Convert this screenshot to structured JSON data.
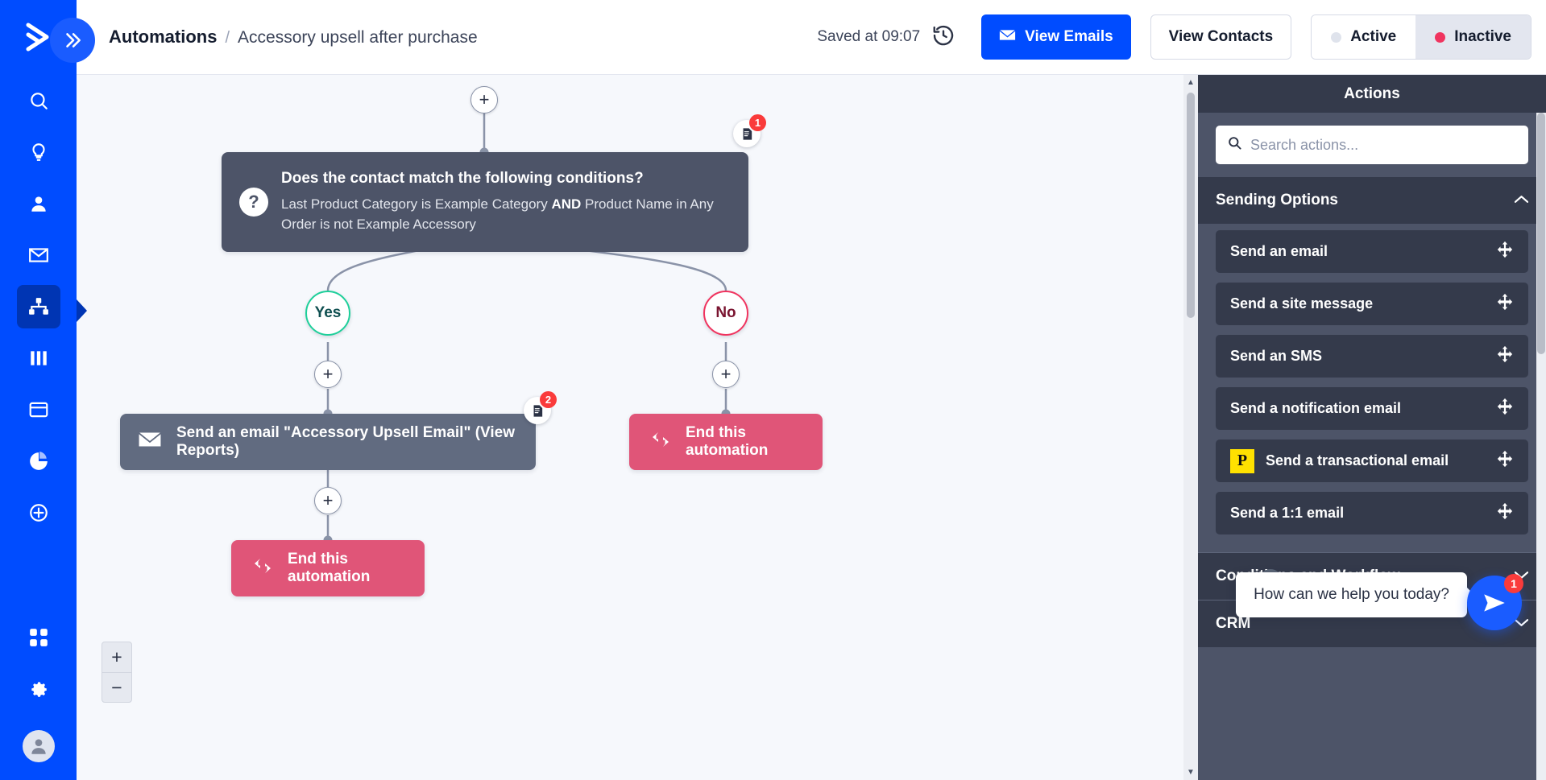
{
  "rail": {
    "logo_icon": "activecampaign-logo-icon",
    "collapse_icon": "double-chevron-right-icon",
    "items": [
      {
        "name": "search",
        "icon": "search-icon"
      },
      {
        "name": "deals",
        "icon": "lightbulb-icon"
      },
      {
        "name": "contacts",
        "icon": "person-icon"
      },
      {
        "name": "campaigns",
        "icon": "envelope-icon"
      },
      {
        "name": "automations",
        "icon": "automations-icon",
        "active": true
      },
      {
        "name": "lists",
        "icon": "columns-icon"
      },
      {
        "name": "pages",
        "icon": "window-icon"
      },
      {
        "name": "reports",
        "icon": "pie-chart-icon"
      },
      {
        "name": "conversions",
        "icon": "plus-circle-icon"
      }
    ],
    "bottom": [
      {
        "name": "apps",
        "icon": "apps-grid-icon"
      },
      {
        "name": "settings",
        "icon": "gear-icon"
      }
    ],
    "avatar_icon": "user-avatar-icon"
  },
  "header": {
    "breadcrumb_root": "Automations",
    "breadcrumb_separator": "/",
    "breadcrumb_leaf": "Accessory upsell after purchase",
    "saved_text": "Saved at 09:07",
    "history_icon": "history-clock-icon",
    "view_emails_label": "View Emails",
    "view_emails_icon": "envelope-icon",
    "view_contacts_label": "View Contacts",
    "status": {
      "active_label": "Active",
      "inactive_label": "Inactive",
      "selected": "Inactive",
      "active_dot_color": "#dfe3ec",
      "inactive_dot_color": "#f0345f"
    },
    "primary_color": "#004cff"
  },
  "canvas": {
    "top_plus_icon": "plus-icon",
    "condition_node": {
      "icon": "question-mark-icon",
      "title": "Does the contact match the following conditions?",
      "text_a": "Last Product Category is Example Category",
      "operator": "AND",
      "text_b": "Product Name in Any Order is not Example Accessory",
      "report_badge_count": "1",
      "report_badge_icon": "report-document-icon"
    },
    "branch_yes": "Yes",
    "branch_no": "No",
    "email_node": {
      "icon": "envelope-icon",
      "label": "Send an email \"Accessory Upsell Email\" (View Reports)",
      "report_badge_count": "2",
      "report_badge_icon": "report-document-icon"
    },
    "end_node_yes": {
      "icon": "end-automation-icon",
      "label": "End this automation"
    },
    "end_node_no": {
      "icon": "end-automation-icon",
      "label": "End this automation"
    },
    "zoom_in_label": "+",
    "zoom_out_label": "−",
    "scroll_up_icon": "triangle-up-icon",
    "scroll_down_icon": "triangle-down-icon"
  },
  "actions_panel": {
    "title": "Actions",
    "search_placeholder": "Search actions...",
    "search_value": "",
    "search_icon": "search-icon",
    "groups": [
      {
        "label": "Sending Options",
        "expanded": true,
        "chevron_icon": "chevron-up-icon",
        "items": [
          {
            "label": "Send an email",
            "move_icon": "move-arrows-icon"
          },
          {
            "label": "Send a site message",
            "move_icon": "move-arrows-icon"
          },
          {
            "label": "Send an SMS",
            "move_icon": "move-arrows-icon"
          },
          {
            "label": "Send a notification email",
            "move_icon": "move-arrows-icon"
          },
          {
            "label": "Send a transactional email",
            "move_icon": "move-arrows-icon",
            "badge_icon": "postmark-p-icon",
            "badge_text": "P",
            "badge_color": "#ffe100"
          },
          {
            "label": "Send a 1:1 email",
            "move_icon": "move-arrows-icon"
          }
        ]
      },
      {
        "label": "Conditions and Workflow",
        "expanded": false,
        "chevron_icon": "chevron-down-icon",
        "items": []
      },
      {
        "label": "CRM",
        "expanded": false,
        "chevron_icon": "chevron-down-icon",
        "items": []
      }
    ]
  },
  "chat": {
    "close_icon": "close-x-icon",
    "message": "How can we help you today?",
    "fab_icon": "send-paper-plane-icon",
    "fab_badge": "1"
  }
}
